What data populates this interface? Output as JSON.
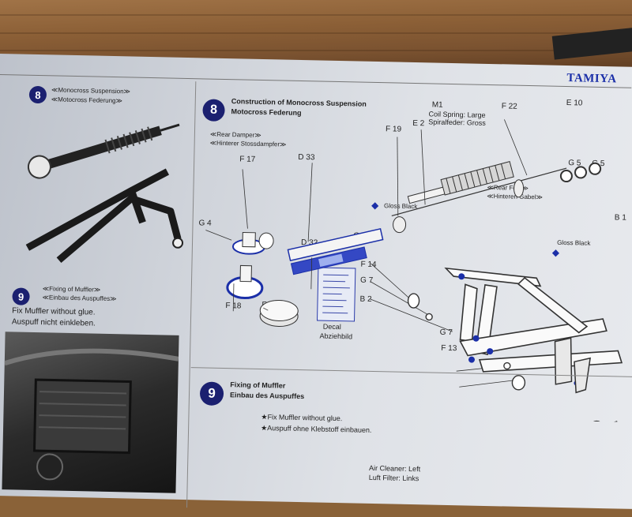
{
  "brand": "TAMIYA",
  "left_column": {
    "step8": {
      "number": "8",
      "title_en": "≪Monocross Suspension≫",
      "title_de": "≪Motocross Federung≫"
    },
    "step9": {
      "number": "9",
      "title_en": "≪Fixing of Muffler≫",
      "title_de": "≪Einbau des Auspuffes≫",
      "note_en": "Fix Muffler without glue.",
      "note_de": "Auspuff nicht einkleben."
    }
  },
  "main": {
    "step8": {
      "number": "8",
      "title_en": "Construction of Monocross Suspension",
      "title_de": "Motocross Federung"
    },
    "rear_damper": {
      "label_en": "≪Rear Damper≫",
      "label_de": "≪Hinterer Stossdampfer≫"
    },
    "rear_fork": {
      "label_en": "≪Rear Fork≫",
      "label_de": "≪Hinteren Gabel≫"
    },
    "coil_spring": {
      "code": "M1",
      "label_en": "Coil Spring: Large",
      "label_de": "Spiralfeder: Gross"
    },
    "gloss_black_1": "Gloss Black",
    "gloss_black_2": "Gloss Black",
    "decal": {
      "label_en": "Decal",
      "label_de": "Abziehbild"
    },
    "parts": {
      "F22": "F 22",
      "E10": "E 10",
      "F19": "F 19",
      "E2": "E 2",
      "G5a": "G 5",
      "G5b": "G 5",
      "F17": "F 17",
      "D33": "D 33",
      "G4": "G 4",
      "D32": "D 32",
      "G6": "G 6",
      "F18": "F 18",
      "F15": "F 15",
      "F14": "F 14",
      "G7a": "G 7",
      "B2": "B 2",
      "G7b": "G 7",
      "F13": "F 13",
      "B1": "B 1"
    },
    "step9": {
      "number": "9",
      "title_en": "Fixing of Muffler",
      "title_de": "Einbau des Auspuffes",
      "note_en": "★Fix Muffler without glue.",
      "note_de": "★Auspuff ohne Klebstoff einbauen."
    },
    "air_cleaner": "Air Cleaner: Left",
    "air_filter": "Luft Filter: Links"
  },
  "colors": {
    "accent_blue": "#1b2fa8",
    "step_circle": "#1b2070",
    "paper": "#dfe2e7",
    "wood": "#8b5f36"
  }
}
